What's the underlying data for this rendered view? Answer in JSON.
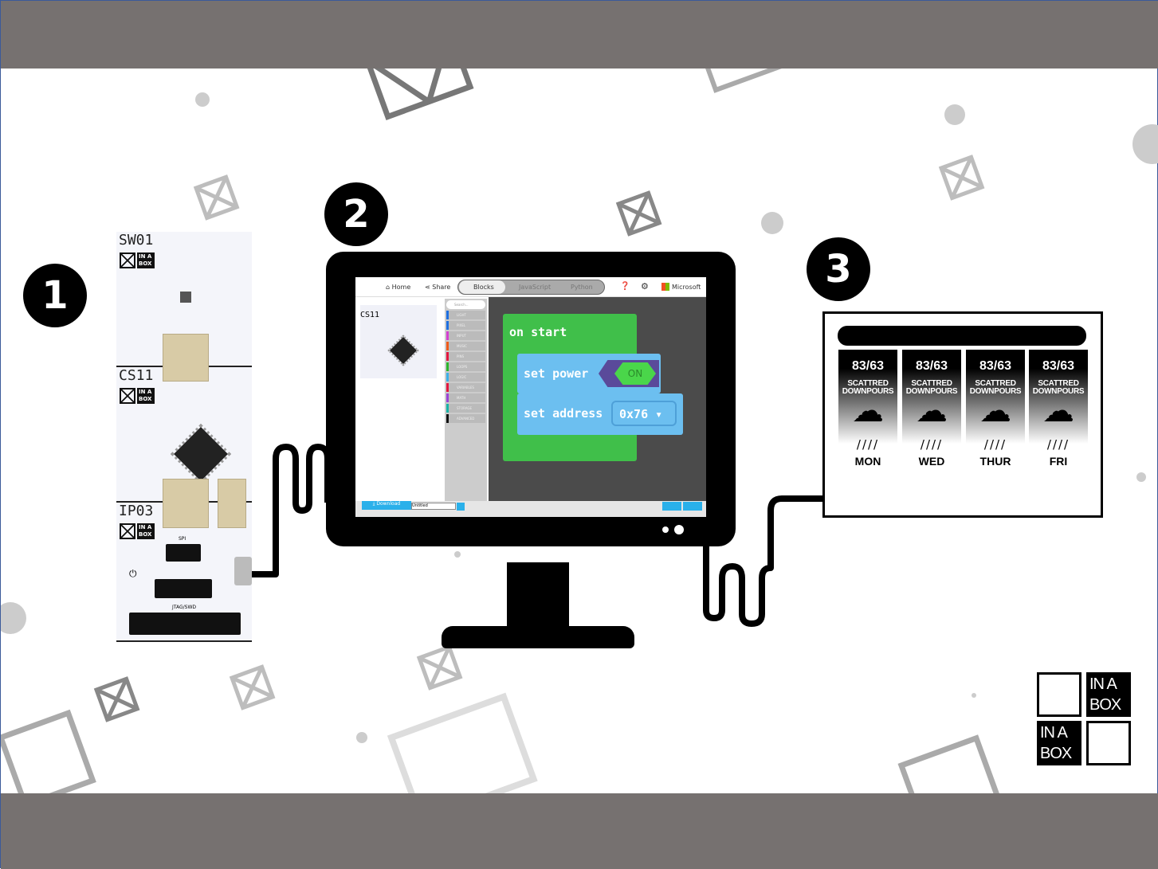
{
  "steps": [
    "1",
    "2",
    "3"
  ],
  "board": {
    "modules": [
      {
        "label": "SW01",
        "logo_text": "IN A BOX"
      },
      {
        "label": "CS11",
        "logo_text": "IN A BOX"
      },
      {
        "label": "IP03",
        "logo_text": "IN A BOX",
        "header_labels": [
          "SPI",
          "JTAG/SWD"
        ]
      }
    ]
  },
  "editor": {
    "toolbar": {
      "home": "Home",
      "share": "Share",
      "tabs": [
        "Blocks",
        "JavaScript",
        "Python"
      ],
      "brand": "Microsoft"
    },
    "simulator_label": "CS11",
    "search_placeholder": "Search...",
    "categories": [
      {
        "label": "LIGHT",
        "color": "#1e6fe0"
      },
      {
        "label": "PIXEL",
        "color": "#1e6fe0"
      },
      {
        "label": "INPUT",
        "color": "#d43fd0"
      },
      {
        "label": "MUSIC",
        "color": "#ef5a1a"
      },
      {
        "label": "PINS",
        "color": "#e3173e"
      },
      {
        "label": "LOOPS",
        "color": "#2cb52c"
      },
      {
        "label": "LOGIC",
        "color": "#3cb0e8"
      },
      {
        "label": "VARIABLES",
        "color": "#e3173e"
      },
      {
        "label": "MATH",
        "color": "#9b44d6"
      },
      {
        "label": "STORAGE",
        "color": "#19b3a6"
      },
      {
        "label": "ADVANCED",
        "color": "#111111"
      }
    ],
    "blocks": {
      "on_start": "on start",
      "set_power": "set power",
      "power_value": "ON",
      "set_address": "set address",
      "address_value": "0x76"
    },
    "download": "Download",
    "project_name": "Untitled"
  },
  "weather": {
    "forecast": [
      {
        "temp": "83/63",
        "desc": "SCATTRED DOWNPOURS",
        "day": "MON"
      },
      {
        "temp": "83/63",
        "desc": "SCATTRED DOWNPOURS",
        "day": "WED"
      },
      {
        "temp": "83/63",
        "desc": "SCATTRED DOWNPOURS",
        "day": "THUR"
      },
      {
        "temp": "83/63",
        "desc": "SCATTRED DOWNPOURS",
        "day": "FRI"
      }
    ]
  },
  "brand_logo": {
    "text_top": "IN A BOX",
    "text_bottom": "IN A BOX"
  },
  "colors": {
    "bar": "#767170",
    "block_green": "#40bf4a",
    "block_blue": "#6cbff0",
    "workspace": "#4b4b4b"
  }
}
